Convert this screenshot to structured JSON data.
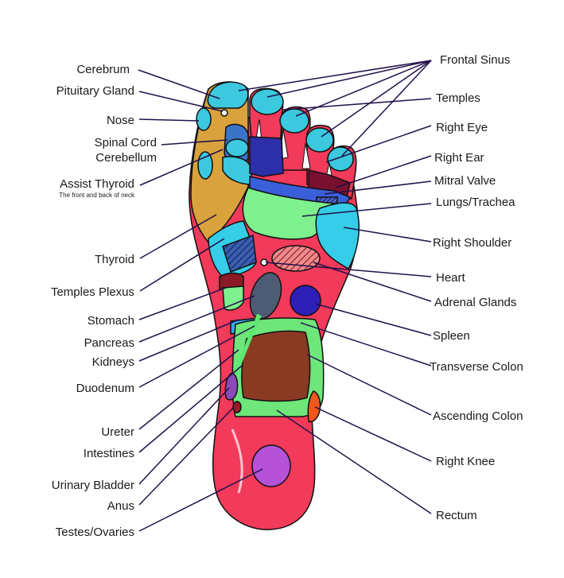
{
  "labels": {
    "cerebrum": "Cerebrum",
    "pituitary_gland": "Pituitary Gland",
    "nose": "Nose",
    "spinal_cord": "Spinal Cord",
    "cerebellum": "Cerebellum",
    "assist_thyroid": "Assist Thyroid",
    "assist_thyroid_note": "The front and back of neck",
    "thyroid": "Thyroid",
    "temples_plexus": "Temples Plexus",
    "stomach": "Stomach",
    "pancreas": "Pancreas",
    "kidneys": "Kidneys",
    "duodenum": "Duodenum",
    "ureter": "Ureter",
    "intestines": "Intestines",
    "urinary_bladder": "Urinary Bladder",
    "anus": "Anus",
    "testes_ovaries": "Testes/Ovaries",
    "frontal_sinus": "Frontal Sinus",
    "temples": "Temples",
    "right_eye": "Right Eye",
    "right_ear": "Right Ear",
    "mitral_valve": "Mitral Valve",
    "lungs_trachea": "Lungs/Trachea",
    "right_shoulder": "Right Shoulder",
    "heart": "Heart",
    "adrenal_glands": "Adrenal Glands",
    "spleen": "Spleen",
    "transverse_colon": "Transverse Colon",
    "ascending_colon": "Ascending Colon",
    "right_knee": "Right Knee",
    "rectum": "Rectum"
  },
  "colors": {
    "sole": "#f23a5a",
    "toe_tip": "#3cc8de",
    "brain": "#d9a23d",
    "sinus_blue": "#2d2fa8",
    "lungs": "#7ef08e",
    "shoulder": "#36cde8",
    "stomach_gray": "#4d5b74",
    "spleen": "#2e1fb8",
    "colon_green": "#6ee67a",
    "intestine_brown": "#8a3a22",
    "knee": "#f0571c",
    "testes": "#b552d8",
    "label_line": "#22104a"
  }
}
